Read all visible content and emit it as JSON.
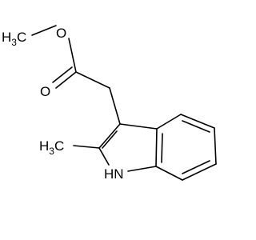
{
  "molecule": {
    "atoms": {
      "methoxy_carbon": {
        "symbol": "H",
        "subscript": "3",
        "suffix": "C"
      },
      "ester_oxygen": {
        "symbol": "O"
      },
      "carbonyl_oxygen": {
        "symbol": "O"
      },
      "methyl_carbon": {
        "symbol": "H",
        "subscript": "3",
        "suffix": "C"
      },
      "indole_nitrogen": {
        "symbol": "HN"
      }
    }
  }
}
